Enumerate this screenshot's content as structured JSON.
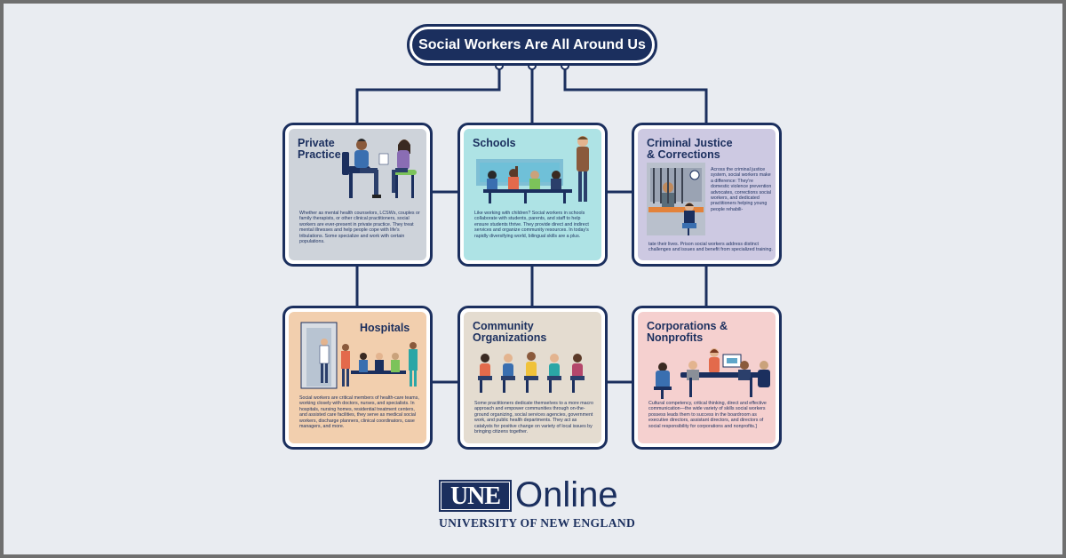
{
  "title": "Social Workers Are All Around Us",
  "colors": {
    "navy": "#1b2f5e",
    "private_practice_bg": "#ced3da",
    "schools_bg": "#aee3e5",
    "criminal_justice_bg": "#cdc9e2",
    "hospitals_bg": "#f2cfae",
    "community_bg": "#e4dcd0",
    "corporations_bg": "#f5d0cf"
  },
  "cards": {
    "private_practice": {
      "title": "Private\nPractice",
      "body": "Whether as mental health counselors, LCSWs, couples or family therapists, or other clinical practitioners, social workers are ever-present in private practice. They treat mental illnesses and help people cope with life's tribulations. Some specialize and work with certain populations."
    },
    "schools": {
      "title": "Schools",
      "body": "Like working with children? Social workers in schools collaborate with students, parents, and staff to help ensure students thrive. They provide direct and indirect services and organize community resources. In today's rapidly diversifying world, bilingual skills are a plus."
    },
    "criminal_justice": {
      "title": "Criminal Justice\n& Corrections",
      "body_side": "Across the criminal justice system, social workers make a difference: They're domestic violence prevention advocates, corrections social workers, and dedicated practitioners helping young people rehabili-",
      "body_bottom": "tate their lives. Prison social workers address distinct challenges and issues and benefit from specialized training."
    },
    "hospitals": {
      "title": "Hospitals",
      "body": "Social workers are critical members of health-care teams, working closely with doctors, nurses, and specialists. In hospitals, nursing homes, residential treatment centers, and assisted care facilities, they serve as medical social workers, discharge planners, clinical coordinators, case managers, and more."
    },
    "community": {
      "title": "Community\nOrganizations",
      "body": "Some practitioners dedicate themselves to a more macro approach and empower communities through on-the-ground organizing, social services agencies, government work, and public health departments. They act as catalysts for positive change on variety of local issues by bringing citizens together."
    },
    "corporations": {
      "title": "Corporations &\nNonprofits",
      "body": "Cultural competency, critical thinking, direct and effective communication—the wide variety of skills social workers possess leads them to success in the boardroom as executive directors, assistant directors, and directors of social responsibility for corporations and nonprofits.]"
    }
  },
  "logo": {
    "une": "UNE",
    "online": "Online",
    "university": "UNIVERSITY OF NEW ENGLAND"
  }
}
